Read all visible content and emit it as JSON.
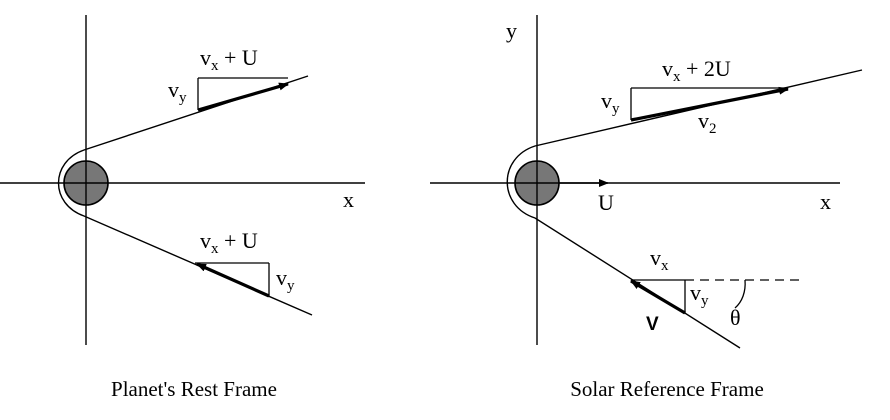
{
  "left_panel": {
    "caption": "Planet's Rest Frame",
    "x_axis_label": "x",
    "upper_vector": {
      "horizontal_label_main": "v",
      "horizontal_label_sub": "x",
      "horizontal_label_tail": " + U",
      "vertical_label_main": "v",
      "vertical_label_sub": "y"
    },
    "lower_vector": {
      "horizontal_label_main": "v",
      "horizontal_label_sub": "x",
      "horizontal_label_tail": " + U",
      "vertical_label_main": "v",
      "vertical_label_sub": "y"
    }
  },
  "right_panel": {
    "caption": "Solar Reference Frame",
    "x_axis_label": "x",
    "y_axis_label": "y",
    "planet_velocity_label": "U",
    "upper_vector": {
      "horizontal_label_main": "v",
      "horizontal_label_sub": "x",
      "horizontal_label_tail": " + 2U",
      "vertical_label_main": "v",
      "vertical_label_sub": "y",
      "vector_label_main": "v",
      "vector_label_sub": "2"
    },
    "lower_vector": {
      "horizontal_label_main": "v",
      "horizontal_label_sub": "x",
      "vertical_label_main": "v",
      "vertical_label_sub": "y",
      "vector_label": "V",
      "angle_label": "θ"
    }
  }
}
